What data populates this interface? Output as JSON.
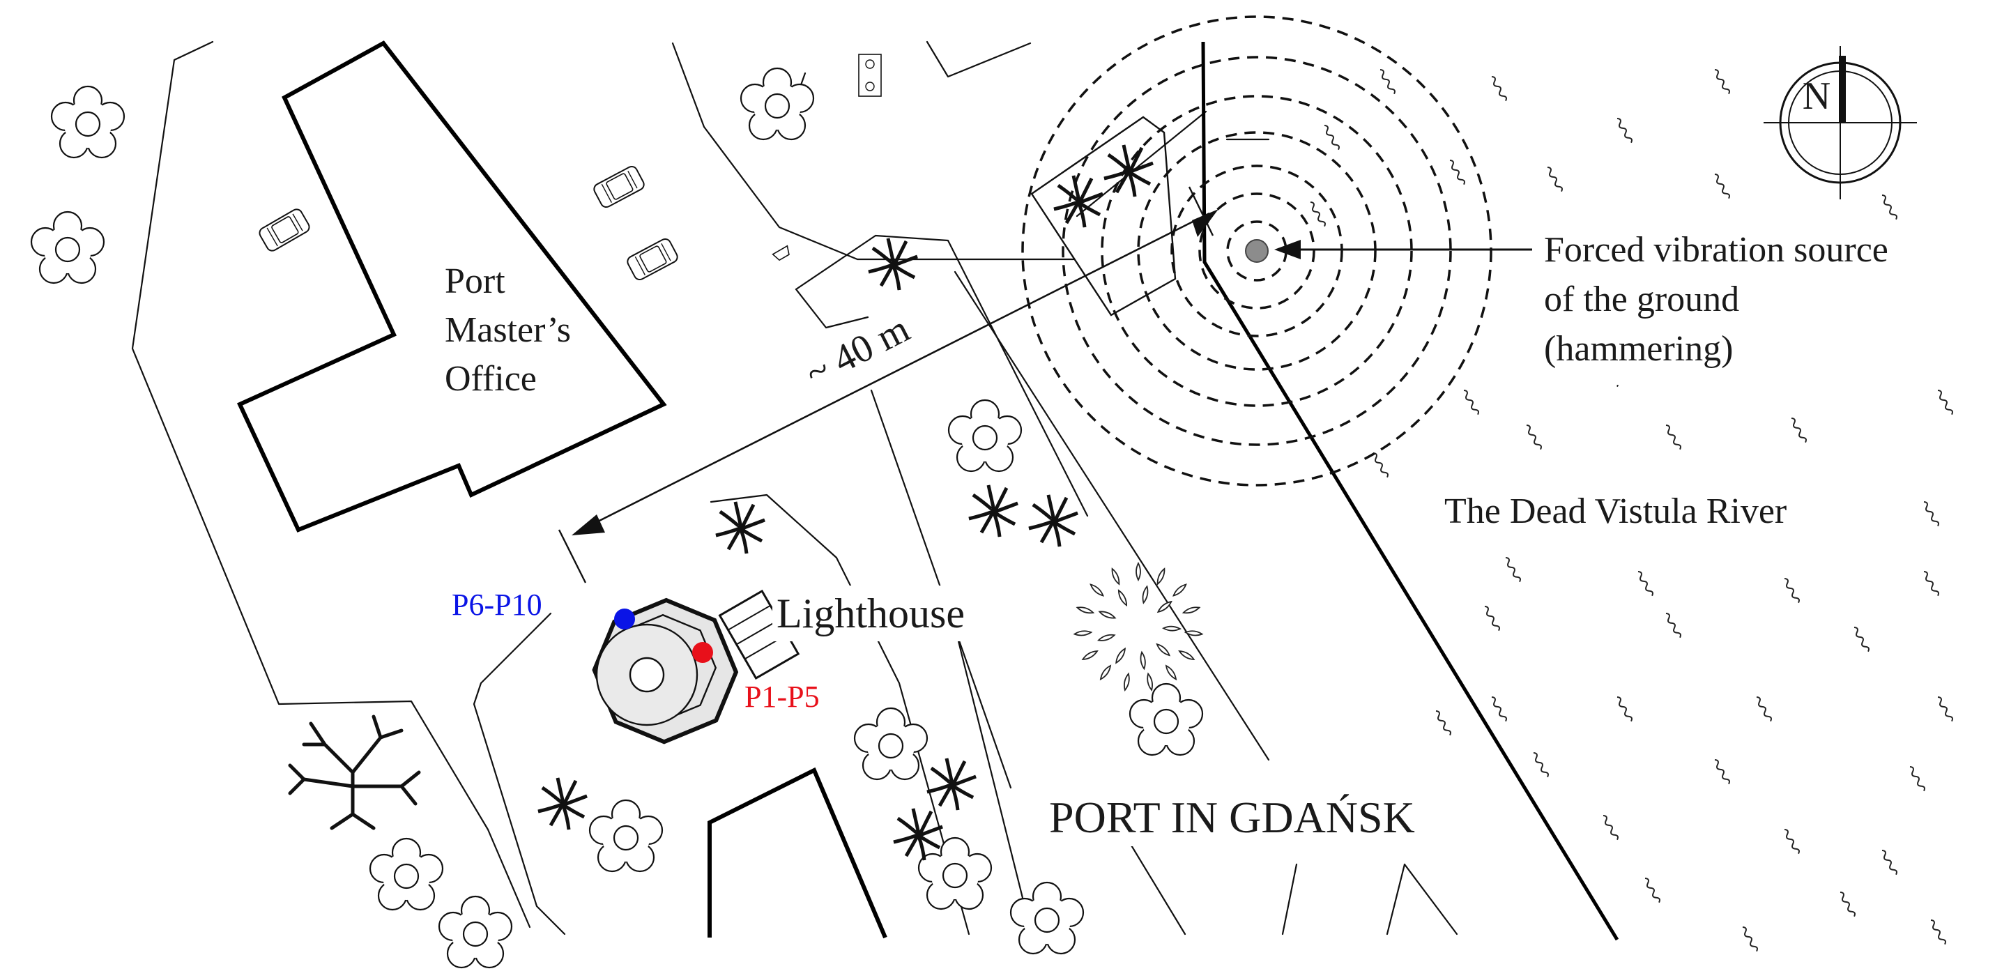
{
  "labels": {
    "port_masters_office_line1": "Port",
    "port_masters_office_line2": "Master’s",
    "port_masters_office_line3": "Office",
    "distance": "~ 40 m",
    "source_line1": "Forced vibration source",
    "source_line2": "of the ground",
    "source_line3": "(hammering)",
    "river": "The Dead Vistula River",
    "lighthouse": "Lighthouse",
    "sensor_blue": "P6-P10",
    "sensor_red": "P1-P5",
    "port": "PORT IN GDAŃSK",
    "compass_north": "N"
  },
  "colors": {
    "sensor_blue": "#0a14e6",
    "sensor_red": "#e8101a",
    "source_fill": "#8c8c8c",
    "lighthouse_fill": "#e6e6e6"
  },
  "icons": [
    "flower-icon",
    "palm-plant-icon",
    "car-icon",
    "bare-tree-icon",
    "flower-ring-icon",
    "compass-icon",
    "water-wave-icon"
  ]
}
